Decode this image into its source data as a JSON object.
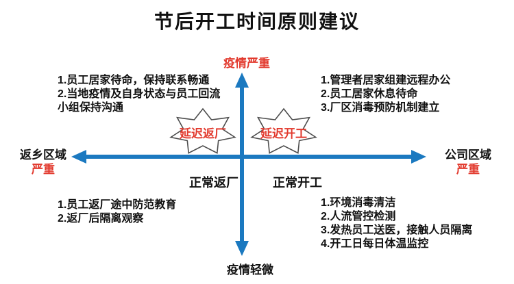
{
  "title": "节后开工时间原则建议",
  "colors": {
    "axis_blue": "#1b79c0",
    "alert_red": "#e23a2e",
    "text_black": "#111111",
    "star_outline": "#4d4d4d"
  },
  "axes": {
    "top_label": "疫情严重",
    "bottom_label": "疫情轻微",
    "left_label": {
      "region": "返乡区域",
      "severity": "严重"
    },
    "right_label": {
      "region": "公司区域",
      "severity": "严重"
    }
  },
  "quadrants": {
    "top_left": {
      "items": [
        "1.员工居家待命，保持联系畅通",
        "2.当地疫情及自身状态与员工回流小组保持沟通"
      ]
    },
    "top_right": {
      "items": [
        "1.管理者居家组建远程办公",
        "2.员工居家休息待命",
        "3.厂区消毒预防机制建立"
      ]
    },
    "bottom_left": {
      "items": [
        "1.员工返厂途中防范教育",
        "2.返厂后隔离观察"
      ]
    },
    "bottom_right": {
      "items": [
        "1.环境消毒清洁",
        "2.人流管控检测",
        "3.发热员工送医，接触人员隔离",
        "4.开工日每日体温监控"
      ]
    }
  },
  "stars": [
    {
      "label": "延迟返厂"
    },
    {
      "label": "延迟开工"
    }
  ],
  "normal_labels": {
    "left": "正常返厂",
    "right": "正常开工"
  }
}
